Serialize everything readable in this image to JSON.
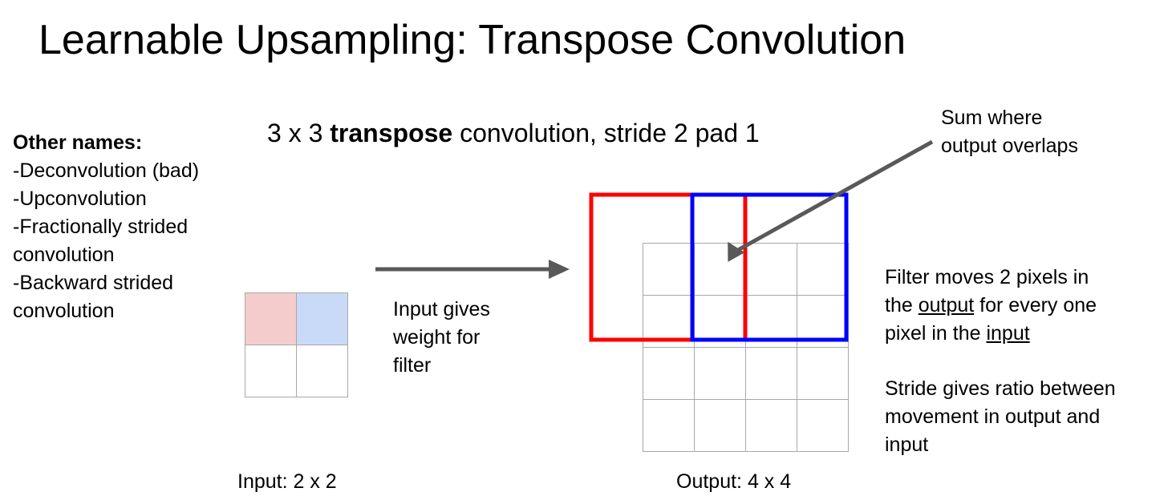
{
  "title": "Learnable Upsampling: Transpose Convolution",
  "subtitle": {
    "prefix": "3 x 3 ",
    "bold": "transpose",
    "suffix": " convolution, stride 2 pad 1"
  },
  "other_names": {
    "heading": "Other names:",
    "lines": [
      "-Deconvolution (bad)",
      "-Upconvolution",
      "-Fractionally strided",
      "convolution",
      "-Backward strided",
      "convolution"
    ]
  },
  "input_gives": [
    "Input gives",
    "weight for",
    "filter"
  ],
  "sum_where": [
    "Sum where",
    "output overlaps"
  ],
  "filter_moves": {
    "line1": "Filter moves 2 pixels in",
    "line2_pre": "the ",
    "line2_u": "output",
    "line2_post": " for every one",
    "line3_pre": "pixel in the ",
    "line3_u": "input"
  },
  "stride_gives": [
    "Stride gives ratio between",
    "movement in output and",
    "input"
  ],
  "captions": {
    "input": "Input: 2 x 2",
    "output": "Output: 4 x 4"
  },
  "input_grid": {
    "rows": 2,
    "cols": 2,
    "cell_colors": [
      [
        "#f4cccc",
        "#c9daf8"
      ],
      [
        "#ffffff",
        "#ffffff"
      ]
    ]
  },
  "output_grid": {
    "rows": 4,
    "cols": 4
  },
  "colors": {
    "red_filter": "#ff0000",
    "blue_filter": "#0000ff",
    "arrow": "#595959",
    "grid_line": "#a8a8a8"
  }
}
